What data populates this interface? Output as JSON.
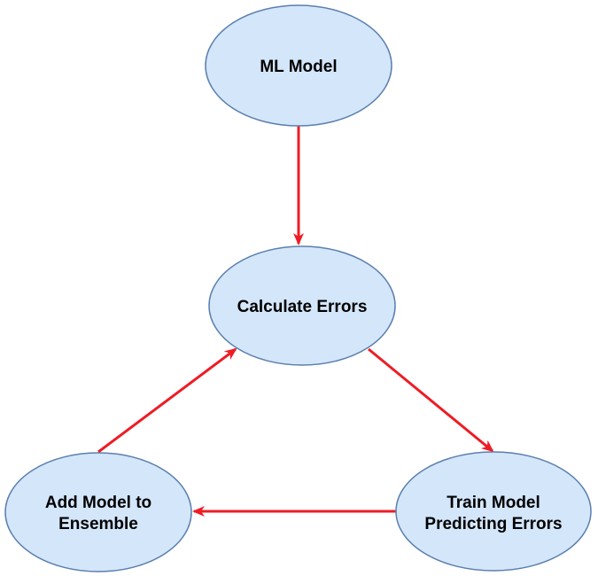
{
  "colors": {
    "node_fill": "#d4e6fa",
    "node_stroke": "#5b7fae",
    "arrow": "#ee1c25",
    "text": "#000000"
  },
  "nodes": {
    "ml_model": {
      "label": "ML Model"
    },
    "calculate_errors": {
      "label": "Calculate Errors"
    },
    "train_model": {
      "line1": "Train Model",
      "line2": "Predicting Errors"
    },
    "add_model": {
      "line1": "Add Model to",
      "line2": "Ensemble"
    }
  },
  "edges": [
    {
      "from": "ML Model",
      "to": "Calculate Errors"
    },
    {
      "from": "Calculate Errors",
      "to": "Train Model Predicting Errors"
    },
    {
      "from": "Train Model Predicting Errors",
      "to": "Add Model to Ensemble"
    },
    {
      "from": "Add Model to Ensemble",
      "to": "Calculate Errors"
    }
  ]
}
